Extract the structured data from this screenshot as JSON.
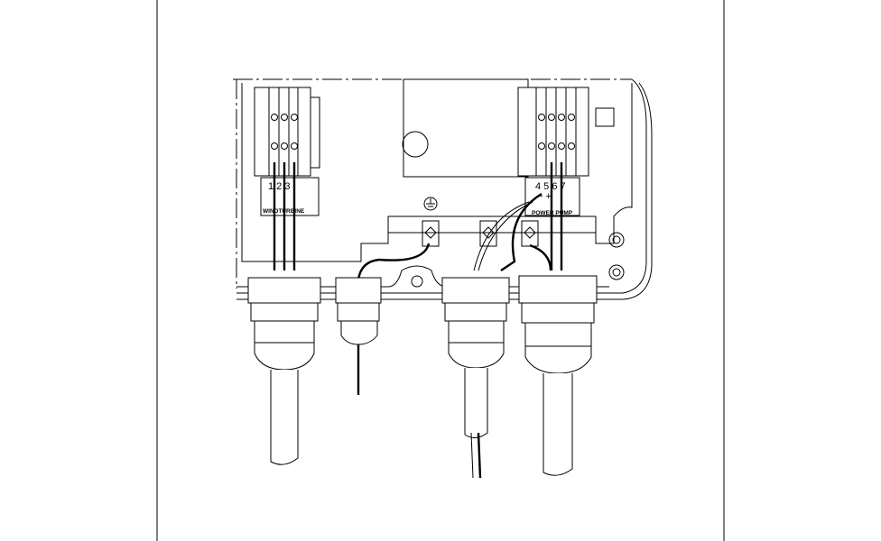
{
  "labels": {
    "left_terminals": "1 2 3",
    "left_block": "WINDTURBINE",
    "right_terminals": "4 5 6 7",
    "polarity": "− +",
    "right_block": "POWER PUMP"
  },
  "icons": [
    "ground-symbol-icon"
  ]
}
